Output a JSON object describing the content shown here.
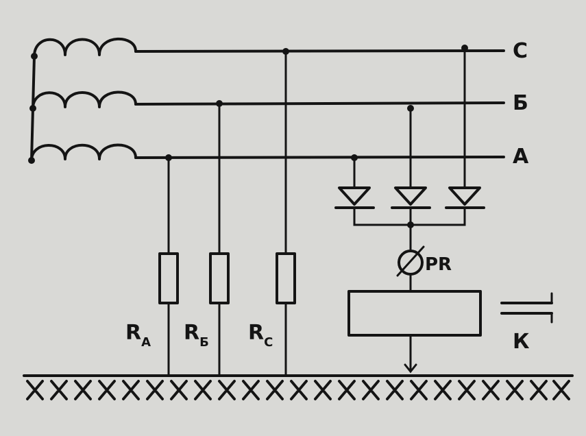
{
  "phases": {
    "c": "С",
    "b": "Б",
    "a": "А"
  },
  "resistors": {
    "a": {
      "letter": "R",
      "sub": "А"
    },
    "b": {
      "letter": "R",
      "sub": "Б"
    },
    "c": {
      "letter": "R",
      "sub": "С"
    }
  },
  "meter_label": "PR",
  "contact_label": "К",
  "colors": {
    "ink": "#141414",
    "paper": "#d9d9d6"
  }
}
